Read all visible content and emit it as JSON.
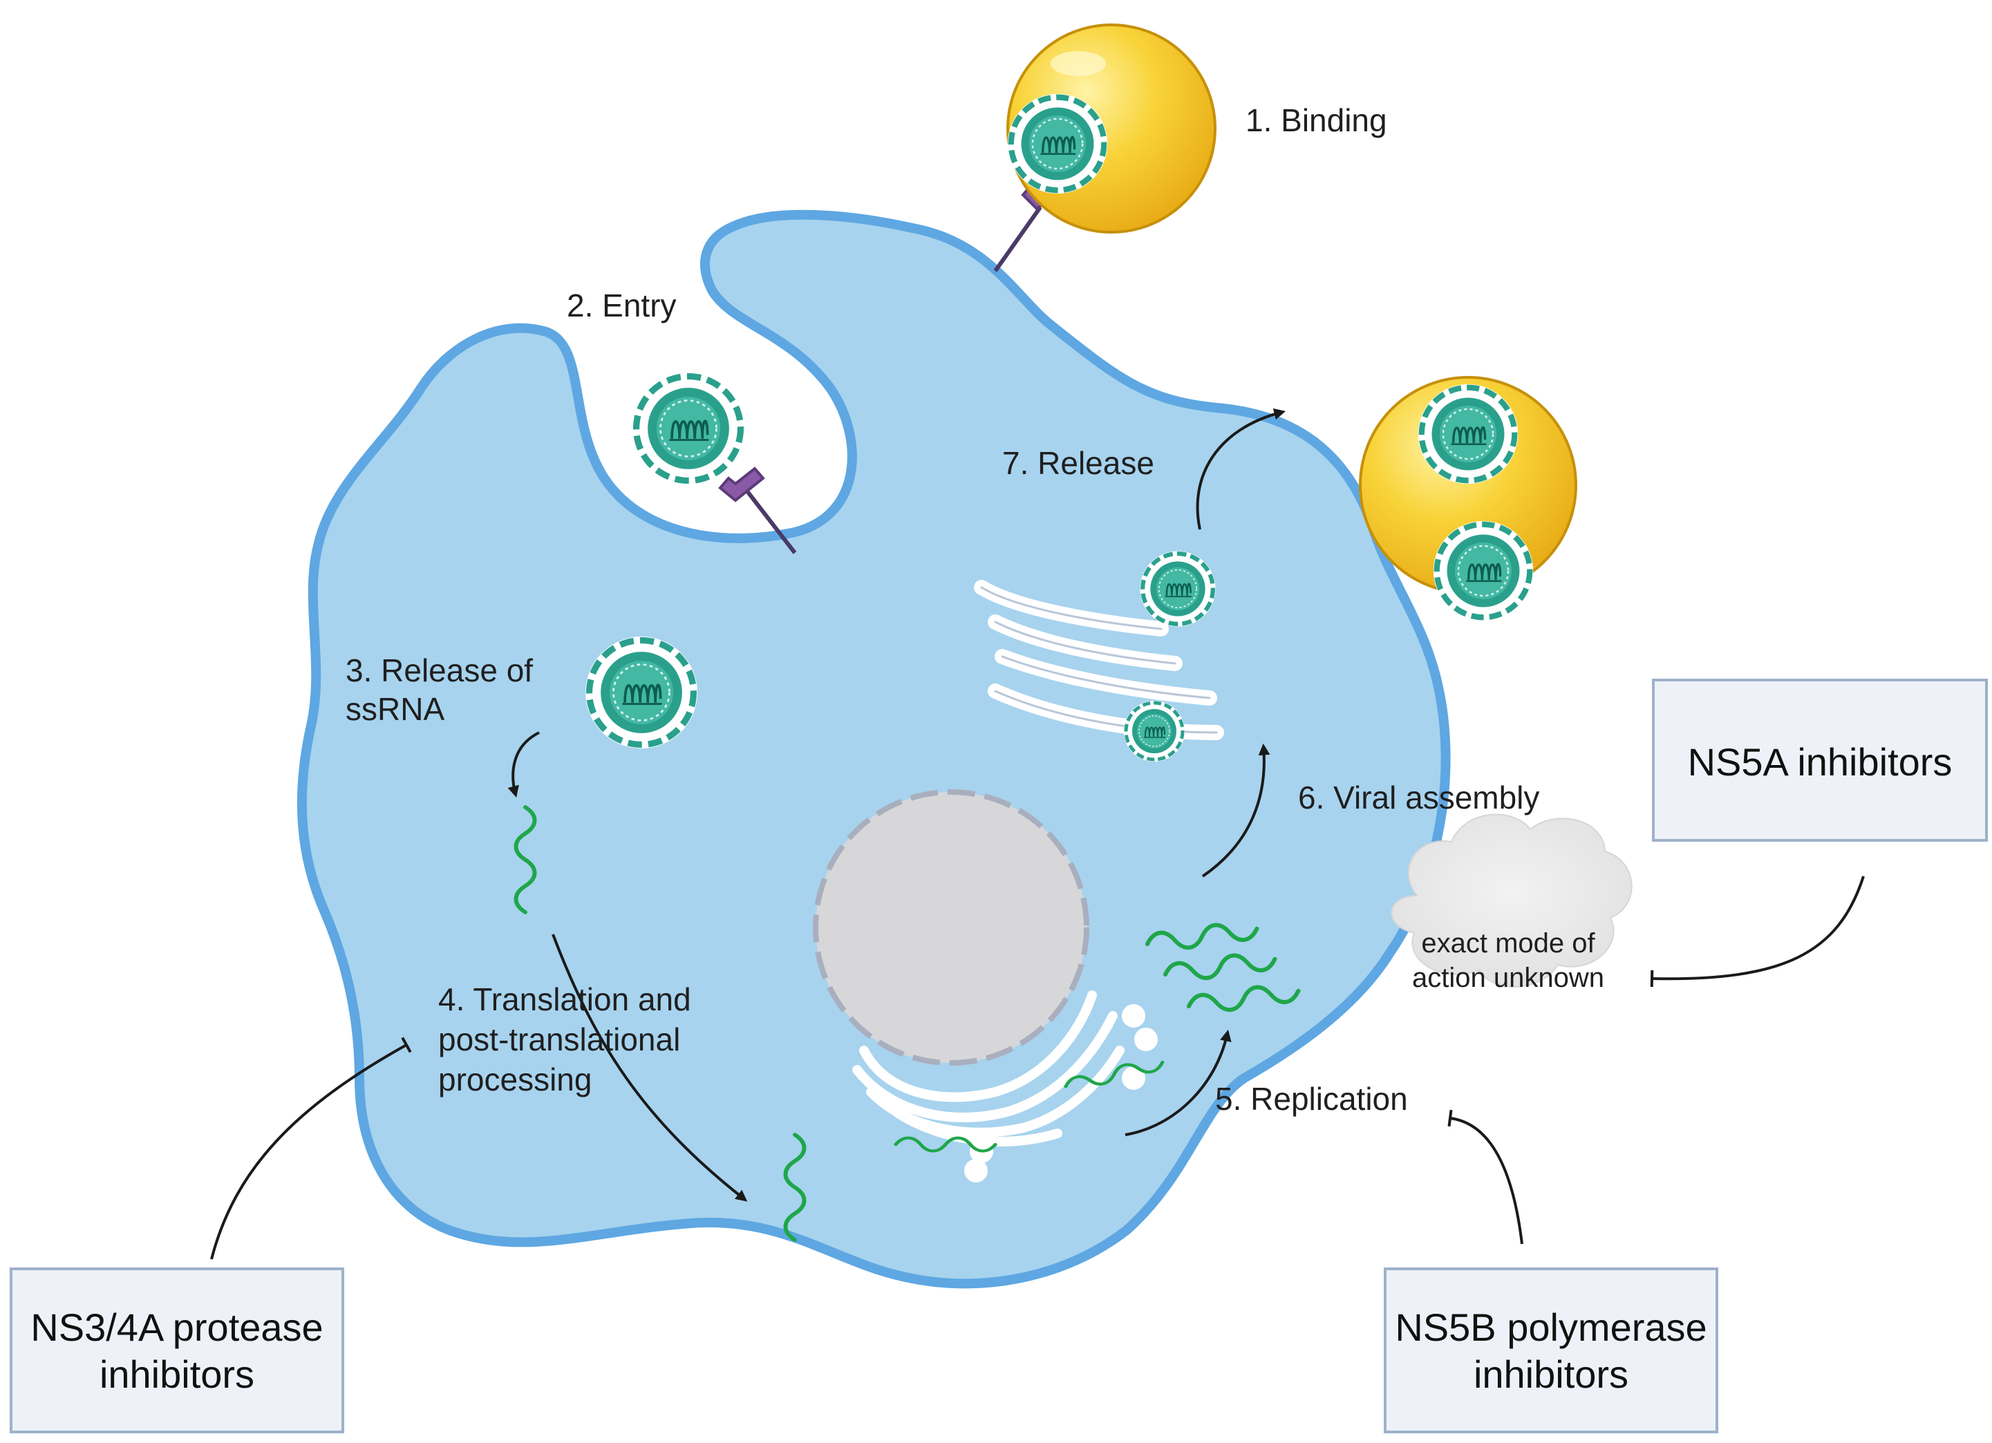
{
  "steps": {
    "binding": "1. Binding",
    "entry": "2. Entry",
    "release_ssrna_line1": "3. Release of",
    "release_ssrna_line2": "ssRNA",
    "translation_line1": "4. Translation and",
    "translation_line2": "post-translational",
    "translation_line3": "processing",
    "replication": "5. Replication",
    "viral_assembly": "6. Viral assembly",
    "release": "7. Release"
  },
  "inhibitors": {
    "ns3_line1": "NS3/4A protease",
    "ns3_line2": "inhibitors",
    "ns5a": "NS5A inhibitors",
    "ns5b_line1": "NS5B polymerase",
    "ns5b_line2": "inhibitors"
  },
  "cloud": {
    "line1": "exact mode of",
    "line2": "action unknown"
  },
  "colors": {
    "cell_fill": "#a7d3ee",
    "cell_stroke": "#5ea7e2",
    "virus_green": "#2aa08c",
    "rna_green": "#1fa64a",
    "lipid_yellow": "#f6c71e",
    "receptor_purple": "#8a5aa8",
    "nucleus_grey": "#d7d7d9",
    "box_fill": "#eef2f8",
    "box_stroke": "#9eb1c9"
  }
}
